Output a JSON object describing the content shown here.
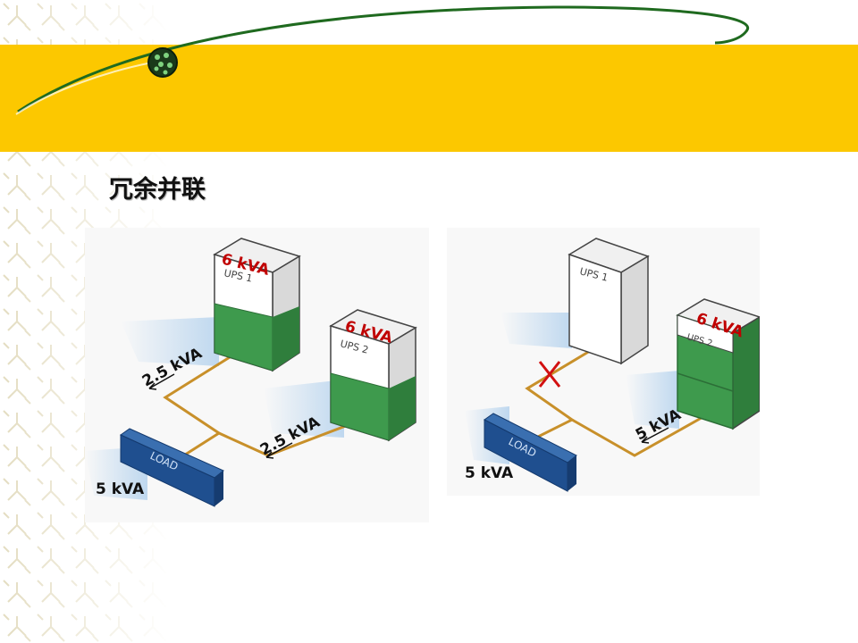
{
  "slide": {
    "title": "冗余并联"
  },
  "left_diagram": {
    "ups1": {
      "label": "UPS 1",
      "rating": "6 kVA"
    },
    "ups2": {
      "label": "UPS 2",
      "rating": "6 kVA"
    },
    "branch1_load": "2.5 kVA",
    "branch2_load": "2.5 kVA",
    "load_label": "LOAD",
    "total_load": "5 kVA"
  },
  "right_diagram": {
    "ups1": {
      "label": "UPS 1"
    },
    "ups2": {
      "label": "UPS 2",
      "rating": "6 kVA"
    },
    "branch_load": "5 kVA",
    "load_label": "LOAD",
    "total_load": "5 kVA",
    "fault_marker": "disconnected"
  },
  "colors": {
    "band": "#fcc800",
    "ups_green": "#3e9a4d",
    "rating_red": "#c00000",
    "load_blue": "#1f4f8f",
    "cable": "#c8902a",
    "swoosh": "#1f6a1f"
  }
}
